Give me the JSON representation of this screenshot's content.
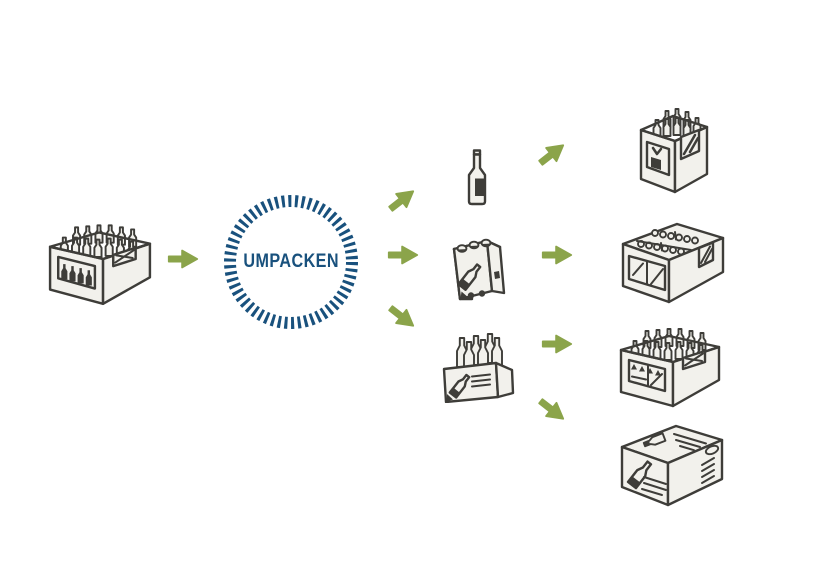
{
  "diagram": {
    "process_step": {
      "label": "UMPACKEN"
    },
    "source": {
      "icon": "beer-crate-full-icon"
    },
    "unpacked_units": [
      {
        "icon": "single-bottle-icon"
      },
      {
        "icon": "six-pack-carrier-icon"
      },
      {
        "icon": "open-bottle-carrier-icon"
      }
    ],
    "repacked_outputs": [
      {
        "icon": "vertical-bottle-crate-icon"
      },
      {
        "icon": "six-pack-crate-icon"
      },
      {
        "icon": "bottle-crate-icon"
      },
      {
        "icon": "cardboard-shipping-box-icon"
      }
    ],
    "arrows": [
      {
        "from": "source-crate",
        "to": "umpacken-ring",
        "direction": "right"
      },
      {
        "from": "umpacken-ring",
        "to": "single-bottle",
        "direction": "up-right"
      },
      {
        "from": "umpacken-ring",
        "to": "six-pack-carrier",
        "direction": "right"
      },
      {
        "from": "umpacken-ring",
        "to": "open-bottle-carrier",
        "direction": "down-right"
      },
      {
        "from": "single-bottle",
        "to": "vertical-bottle-crate",
        "direction": "up-right"
      },
      {
        "from": "six-pack-carrier",
        "to": "six-pack-crate",
        "direction": "right"
      },
      {
        "from": "open-bottle-carrier",
        "to": "bottle-crate",
        "direction": "right"
      },
      {
        "from": "open-bottle-carrier",
        "to": "cardboard-shipping-box",
        "direction": "down-right"
      }
    ],
    "colors": {
      "background": "#ffffff",
      "accent_navy": "#19517d",
      "accent_green": "#8ba44a",
      "line": "#3e3d39",
      "icon_fill": "#f2f1ec"
    }
  }
}
